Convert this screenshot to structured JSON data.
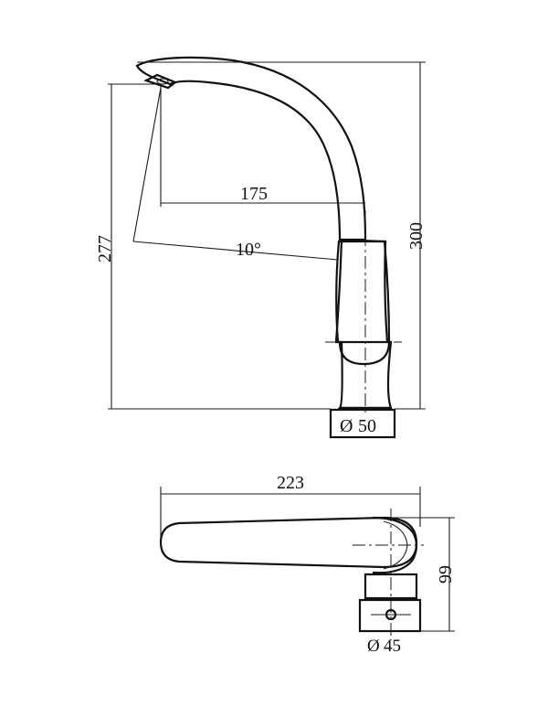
{
  "dimensions": {
    "total_height": "300",
    "spout_height": "277",
    "spout_reach": "175",
    "spout_angle": "10°",
    "base_diameter": "50",
    "length": "223",
    "width": "99",
    "handle_diameter": "45"
  },
  "symbols": {
    "diameter": "Ø"
  }
}
